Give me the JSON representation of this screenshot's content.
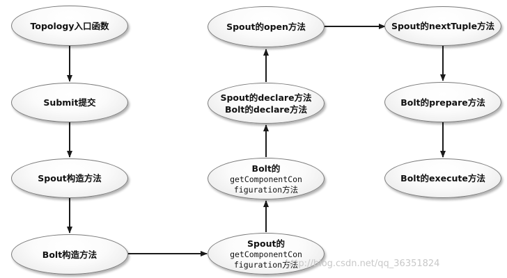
{
  "nodes": {
    "topology_entry": {
      "lines": [
        "Topology入口函数"
      ]
    },
    "submit": {
      "lines": [
        "Submit提交"
      ]
    },
    "spout_ctor": {
      "lines": [
        "Spout构造方法"
      ]
    },
    "bolt_ctor": {
      "lines": [
        "Bolt构造方法"
      ]
    },
    "spout_get_config": {
      "lines": [
        "Spout的",
        "getComponentCon",
        "figuration方法"
      ]
    },
    "bolt_get_config": {
      "lines": [
        "Bolt的",
        "getComponentCon",
        "figuration方法"
      ]
    },
    "declare": {
      "lines": [
        "Spout的declare方法",
        "Bolt的declare方法"
      ]
    },
    "spout_open": {
      "lines": [
        "Spout的open方法"
      ]
    },
    "spout_next_tuple": {
      "lines": [
        "Spout的nextTuple方法"
      ]
    },
    "bolt_prepare": {
      "lines": [
        "Bolt的prepare方法"
      ]
    },
    "bolt_execute": {
      "lines": [
        "Bolt的execute方法"
      ]
    }
  },
  "watermark": "http://blog.csdn.net/qq_36351824",
  "colors": {
    "arrow": "#1a1a1a",
    "node_border": "#7a7a7a",
    "node_fill": "#f4f4f4"
  }
}
